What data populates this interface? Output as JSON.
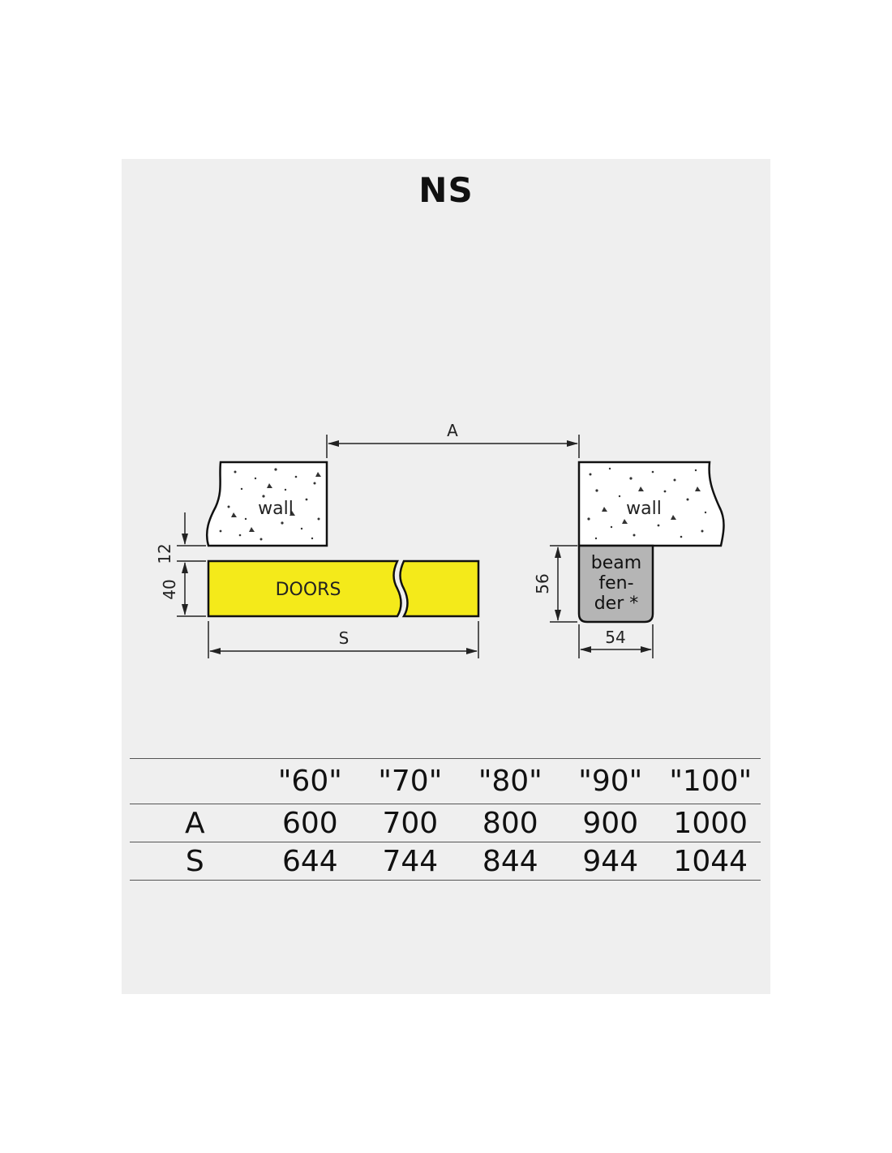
{
  "title": "NS",
  "diagram": {
    "dimension_a": "A",
    "dimension_s": "S",
    "dim_gap": "12",
    "dim_door_thickness": "40",
    "dim_fender_height": "56",
    "dim_fender_width": "54",
    "wall_left_label": "wall",
    "wall_right_label": "wall",
    "door_label": "DOORS",
    "fender_label_1": "beam",
    "fender_label_2": "fen-",
    "fender_label_3": "der *",
    "colors": {
      "door_fill": "#f4ea1a",
      "fender_fill": "#b5b5b5",
      "wall_fill": "#ffffff",
      "panel_bg": "#efefef"
    }
  },
  "table": {
    "columns": [
      "\"60\"",
      "\"70\"",
      "\"80\"",
      "\"90\"",
      "\"100\""
    ],
    "rows": [
      {
        "label": "A",
        "values": [
          "600",
          "700",
          "800",
          "900",
          "1000"
        ]
      },
      {
        "label": "S",
        "values": [
          "644",
          "744",
          "844",
          "944",
          "1044"
        ]
      }
    ]
  }
}
